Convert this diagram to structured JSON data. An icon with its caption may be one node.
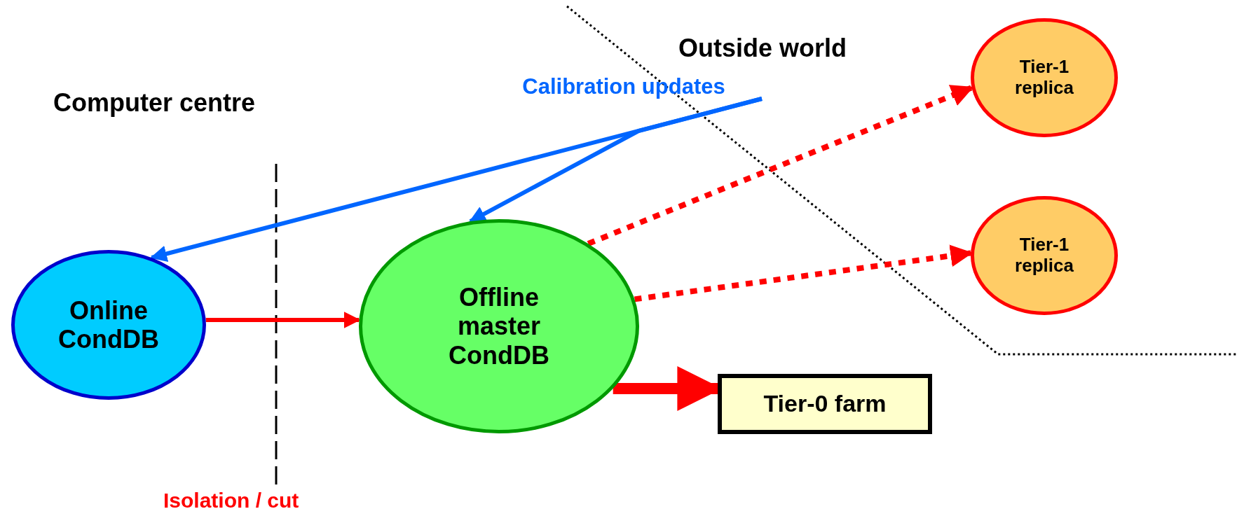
{
  "diagram": {
    "nodes": [
      {
        "text": [
          "Online CondDB"
        ]
      },
      {
        "text": [
          "Offline master CondDB"
        ]
      },
      {
        "text": [
          "Tier-0 farm"
        ]
      },
      {
        "text": [
          "Tier-1 replica"
        ]
      },
      {
        "text": [
          "Tier-1 replica"
        ]
      },
      {
        "text": [
          "Calibration updates"
        ]
      }
    ],
    "edges": [
      {
        "from": 0,
        "to": 1,
        "arrow": "to"
      },
      {
        "from": 1,
        "to": 2,
        "arrow": "to",
        "style": "thick"
      },
      {
        "from": 1,
        "to": 3,
        "arrow": "to",
        "style": "dashed"
      },
      {
        "from": 1,
        "to": 4,
        "arrow": "to",
        "style": "dashed"
      },
      {
        "from": 5,
        "to": 0,
        "arrow": "to",
        "color": "#0066ff"
      },
      {
        "from": 5,
        "to": 1,
        "arrow": "to",
        "color": "#0066ff"
      }
    ],
    "labels": [
      "Outside world",
      "Computer centre",
      "Isolation / cut"
    ]
  }
}
